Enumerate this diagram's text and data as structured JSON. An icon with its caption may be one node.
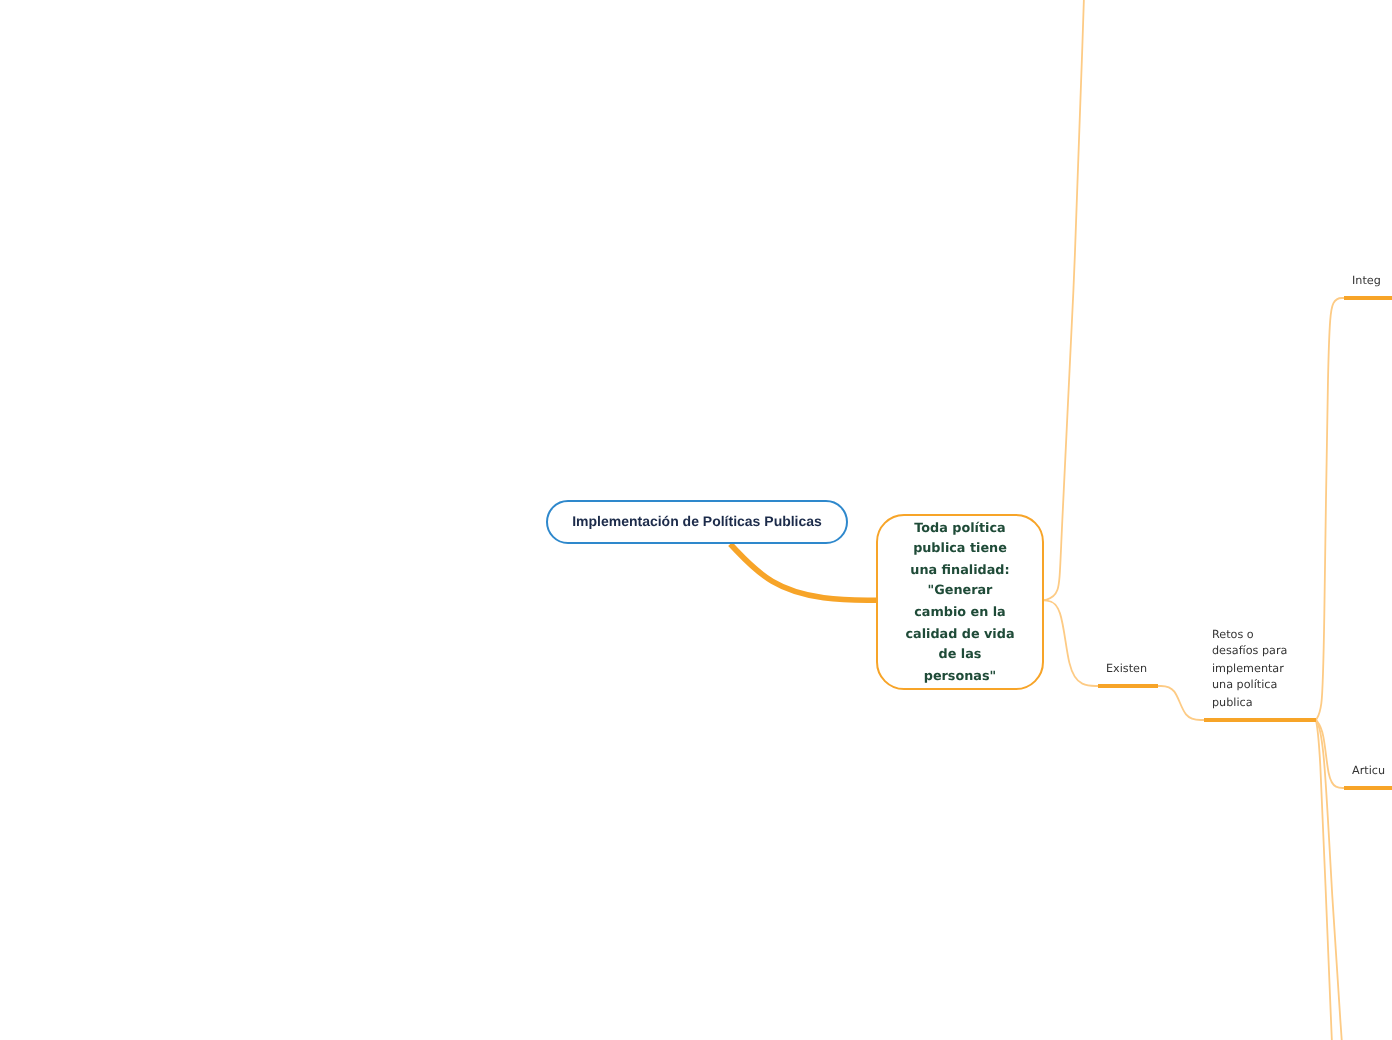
{
  "diagram": {
    "nodes": [
      {
        "text": [
          "Implementación de Políticas Publicas"
        ]
      },
      {
        "text": [
          "Toda política publica tiene una finalidad: \"Generar cambio en la calidad de vida de las personas\""
        ]
      },
      {
        "text": [
          "Existen"
        ]
      },
      {
        "text": [
          "Retos o desafíos para implementar una política publica"
        ]
      },
      {
        "text": [
          "Integ"
        ]
      },
      {
        "text": [
          "Articu"
        ]
      }
    ],
    "edges": [
      {
        "from": 0,
        "to": 1,
        "arrow": "none",
        "style": "thick",
        "color": "#f7a428"
      },
      {
        "from": 1,
        "to": 2,
        "arrow": "none"
      },
      {
        "from": 1,
        "to": null,
        "arrow": "none"
      },
      {
        "from": 2,
        "to": 3,
        "arrow": "none"
      },
      {
        "from": 3,
        "to": 4,
        "arrow": "none"
      },
      {
        "from": 3,
        "to": 5,
        "arrow": "none"
      },
      {
        "from": 3,
        "to": null,
        "arrow": "none"
      },
      {
        "from": 3,
        "to": null,
        "arrow": "none"
      }
    ]
  }
}
